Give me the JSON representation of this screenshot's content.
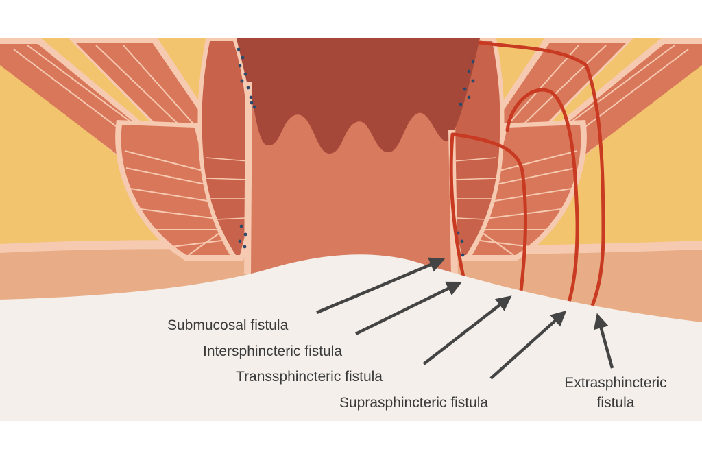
{
  "labels": {
    "submucosal": "Submucosal fistula",
    "intersphincteric": "Intersphincteric fistula",
    "transsphincteric": "Transsphincteric fistula",
    "suprasphincteric": "Suprasphincteric fistula",
    "extrasphincteric_line1": "Extrasphincteric",
    "extrasphincteric_line2": "fistula"
  },
  "colors": {
    "fat": "#f2c46d",
    "muscle": "#d9775a",
    "muscle_dark": "#c8624a",
    "mucosa": "#a5483a",
    "canal": "#d87a5e",
    "lining": "#f6c9b1",
    "skin": "#f4efea",
    "subcutis": "#e8ad86",
    "fistula": "#c83a22",
    "arrow": "#444444",
    "glands": "#2b4a6b"
  }
}
